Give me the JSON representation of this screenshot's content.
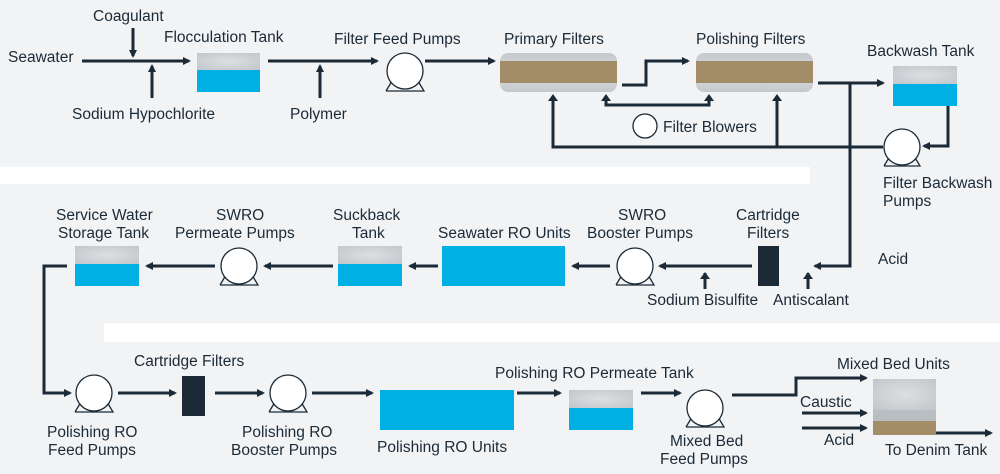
{
  "title": "Seawater treatment process flow",
  "colors": {
    "line": "#1b2a36",
    "water": "#00afe3",
    "media": "#a38c68",
    "vessel": "#c8ccd0",
    "background": "#f2f3f5",
    "band": "#ffffff",
    "cartridge": "#1b2a36"
  },
  "labels": {
    "seawater": "Seawater",
    "coagulant": "Coagulant",
    "sodium_hypochlorite": "Sodium Hypochlorite",
    "flocculation_tank": "Flocculation Tank",
    "polymer": "Polymer",
    "filter_feed_pumps": "Filter Feed Pumps",
    "primary_filters": "Primary Filters",
    "polishing_filters": "Polishing Filters",
    "filter_blowers": "Filter Blowers",
    "backwash_tank": "Backwash Tank",
    "filter_backwash_pumps_1": "Filter Backwash",
    "filter_backwash_pumps_2": "Pumps",
    "service_water_1": "Service Water",
    "service_water_2": "Storage Tank",
    "swro_permeate_1": "SWRO",
    "swro_permeate_2": "Permeate Pumps",
    "suckback_1": "Suckback",
    "suckback_2": "Tank",
    "seawater_ro_units": "Seawater RO Units",
    "swro_booster_1": "SWRO",
    "swro_booster_2": "Booster Pumps",
    "cartridge_filters_1": "Cartridge",
    "cartridge_filters_2": "Filters",
    "acid_top": "Acid",
    "sodium_bisulfite": "Sodium Bisulfite",
    "antiscalant": "Antiscalant",
    "polishing_ro_feed_1": "Polishing RO",
    "polishing_ro_feed_2": "Feed Pumps",
    "cartridge_filters_bottom": "Cartridge Filters",
    "polishing_ro_booster_1": "Polishing RO",
    "polishing_ro_booster_2": "Booster Pumps",
    "polishing_ro_units": "Polishing RO Units",
    "polishing_ro_permeate_tank": "Polishing RO Permeate Tank",
    "mixed_bed_feed_1": "Mixed Bed",
    "mixed_bed_feed_2": "Feed Pumps",
    "mixed_bed_units": "Mixed Bed Units",
    "caustic": "Caustic",
    "acid_bottom": "Acid",
    "to_denim_tank": "To Denim Tank"
  }
}
